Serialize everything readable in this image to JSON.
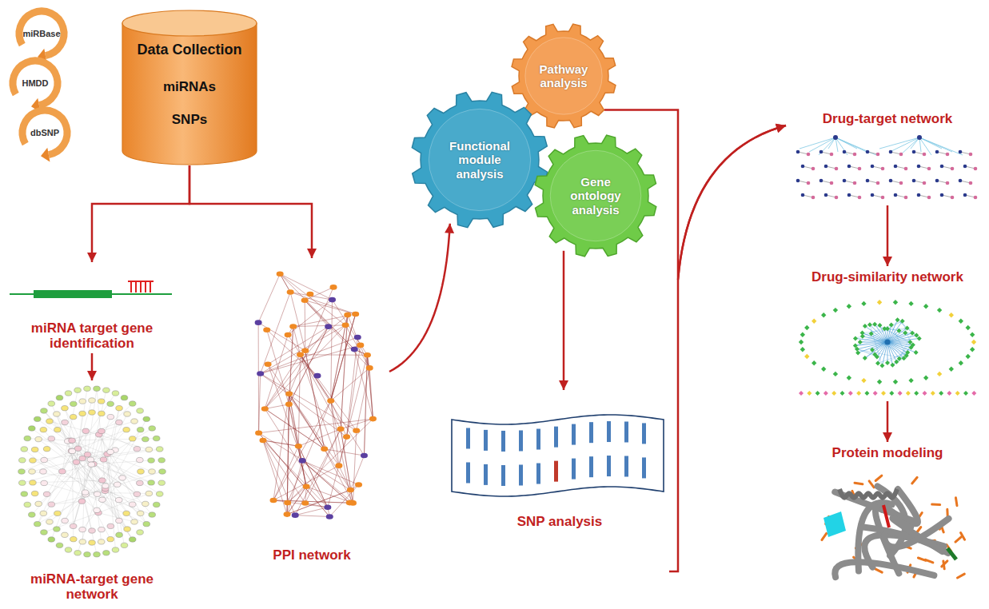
{
  "diagram": {
    "nodes": [
      {
        "text": [
          "miRBase"
        ]
      },
      {
        "text": [
          "HMDD"
        ]
      },
      {
        "text": [
          "dbSNP"
        ]
      },
      {
        "text": [
          "Data Collection",
          "miRNAs",
          "SNPs"
        ]
      },
      {
        "text": [
          "miRNA target gene identification"
        ]
      },
      {
        "text": [
          "miRNA-target gene network"
        ]
      },
      {
        "text": [
          "PPI network"
        ]
      },
      {
        "text": [
          "Pathway analysis"
        ]
      },
      {
        "text": [
          "Functional module analysis"
        ]
      },
      {
        "text": [
          "Gene ontology analysis"
        ]
      },
      {
        "text": [
          "SNP analysis"
        ]
      },
      {
        "text": [
          "Drug-target network"
        ]
      },
      {
        "text": [
          "Drug-similarity network"
        ]
      },
      {
        "text": [
          "Protein modeling"
        ]
      }
    ],
    "edges": [
      {
        "from": 3,
        "to": 4,
        "arrow": "to"
      },
      {
        "from": 3,
        "to": 6,
        "arrow": "to"
      },
      {
        "from": 4,
        "to": 5,
        "arrow": "to"
      },
      {
        "from": 6,
        "to": 8,
        "arrow": "to"
      },
      {
        "from": 9,
        "to": 10,
        "arrow": "to"
      },
      {
        "from": 7,
        "to": 11,
        "arrow": "to"
      },
      {
        "from": 10,
        "to": 11,
        "arrow": "to"
      },
      {
        "from": 11,
        "to": 12,
        "arrow": "to"
      },
      {
        "from": 12,
        "to": 13,
        "arrow": "to"
      }
    ]
  }
}
